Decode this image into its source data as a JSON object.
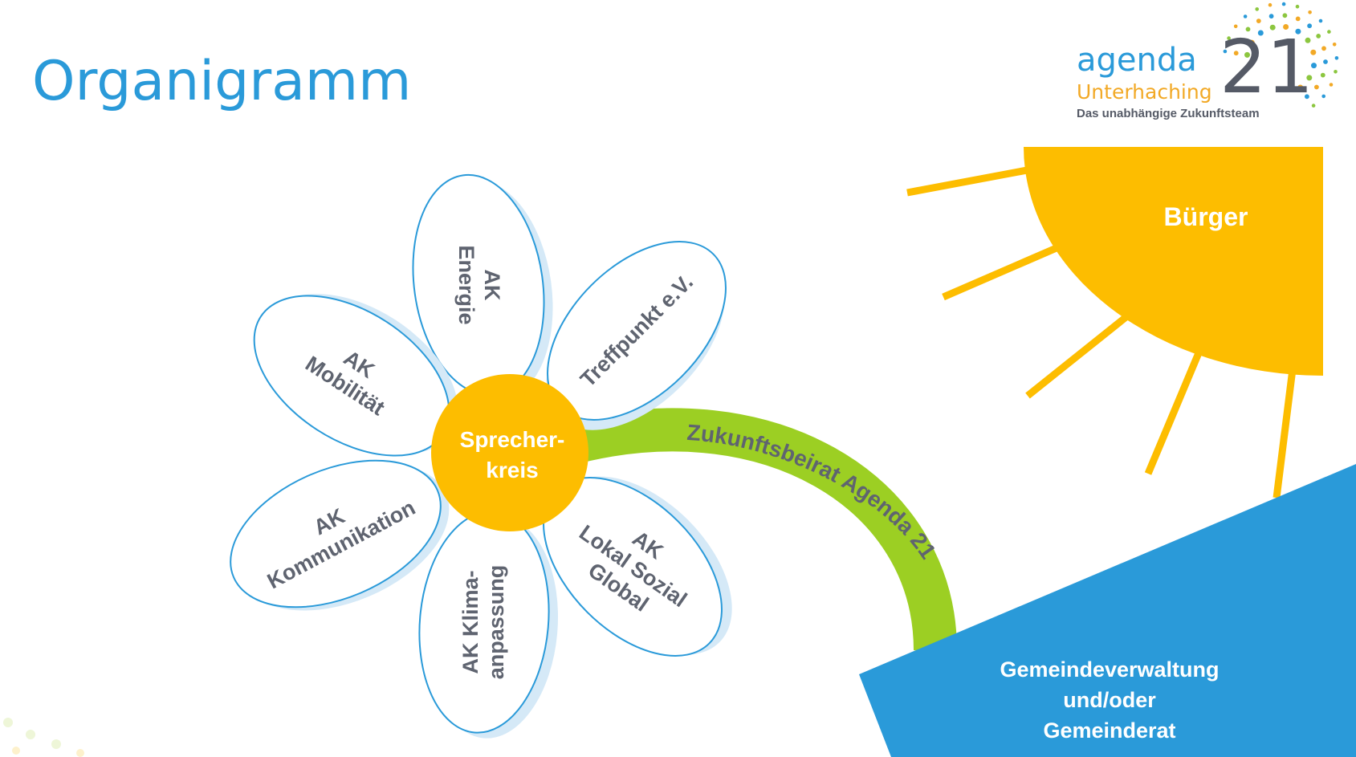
{
  "title": "Organigramm",
  "logo": {
    "brand": "agenda",
    "number": "21",
    "place": "Unterhaching",
    "tagline": "Das unabhängige Zukunftsteam"
  },
  "diagram": {
    "center": {
      "line1": "Sprecher-",
      "line2": "kreis"
    },
    "petals": [
      {
        "line1": "AK",
        "line2": "Energie"
      },
      {
        "line1": "Treffpunkt e.V."
      },
      {
        "line1": "AK",
        "line2": "Lokal Sozial",
        "line3": "Global"
      },
      {
        "line1": "AK Klima-",
        "line2": "anpassung"
      },
      {
        "line1": "AK",
        "line2": "Kommunikation"
      },
      {
        "line1": "AK",
        "line2": "Mobilität"
      }
    ],
    "stem_label": "Zukunftsbeirat Agenda 21",
    "sun_label": "Bürger",
    "ground": {
      "line1": "Gemeindeverwaltung",
      "line2": "und/oder",
      "line3": "Gemeinderat"
    }
  },
  "colors": {
    "title_blue": "#2a9ad9",
    "petal_border": "#2a9ad9",
    "petal_shadow": "#cfe6f5",
    "center_yellow": "#fdbd00",
    "sun_yellow": "#fdbd00",
    "stem_green": "#9ccf23",
    "ground_blue": "#2a9ad9",
    "label_gray": "#5f6470",
    "logo_orange": "#f2a926",
    "logo_green": "#8cc63f"
  }
}
